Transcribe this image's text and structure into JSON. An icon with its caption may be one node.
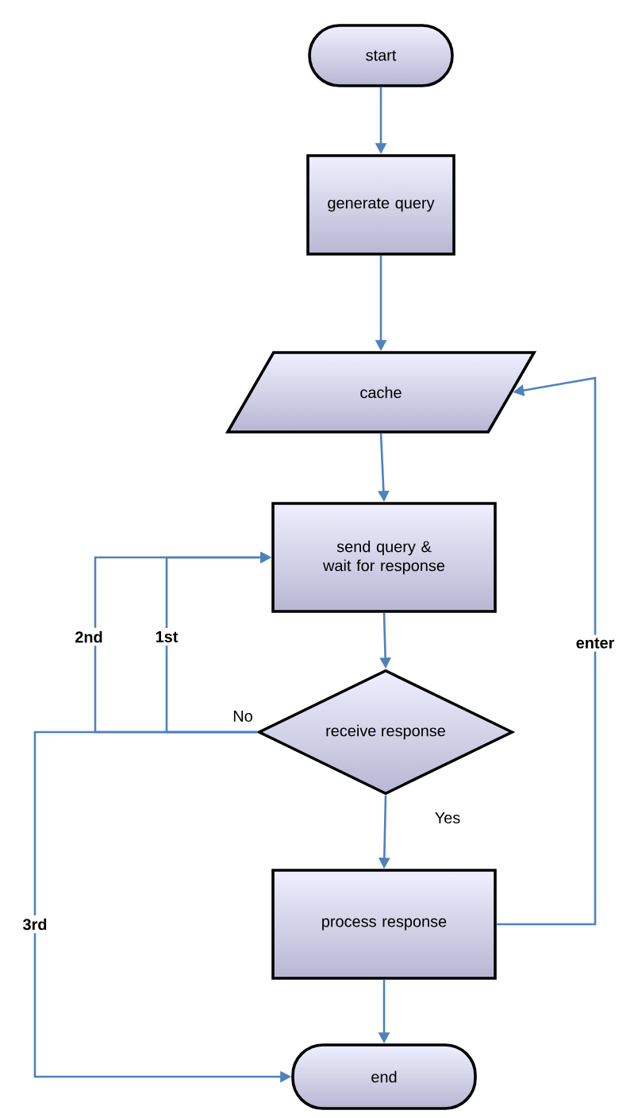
{
  "diagram": {
    "nodes": [
      {
        "text": [
          "start"
        ]
      },
      {
        "text": [
          "generate query"
        ]
      },
      {
        "text": [
          "cache"
        ]
      },
      {
        "text": [
          "send query & wait for response"
        ]
      },
      {
        "text": [
          "receive response"
        ]
      },
      {
        "text": [
          "process response"
        ]
      },
      {
        "text": [
          "end"
        ]
      }
    ],
    "edges": [
      {
        "from": 0,
        "to": 1,
        "arrow": "to"
      },
      {
        "from": 1,
        "to": 2,
        "arrow": "to"
      },
      {
        "from": 2,
        "to": 3,
        "arrow": "to"
      },
      {
        "from": 3,
        "to": 4,
        "arrow": "to"
      },
      {
        "from": 4,
        "to": 3,
        "arrow": "to",
        "label": "2nd"
      },
      {
        "from": 4,
        "to": 3,
        "arrow": "to",
        "label": "1st"
      },
      {
        "from": 4,
        "to": 6,
        "arrow": "to",
        "label": "3rd"
      },
      {
        "from": 4,
        "to": 5,
        "arrow": "to",
        "label": "Yes"
      },
      {
        "from": 5,
        "to": 2,
        "arrow": "to",
        "label": "enter"
      },
      {
        "from": 5,
        "to": 6,
        "arrow": "to"
      }
    ],
    "labels": [
      "No"
    ]
  }
}
